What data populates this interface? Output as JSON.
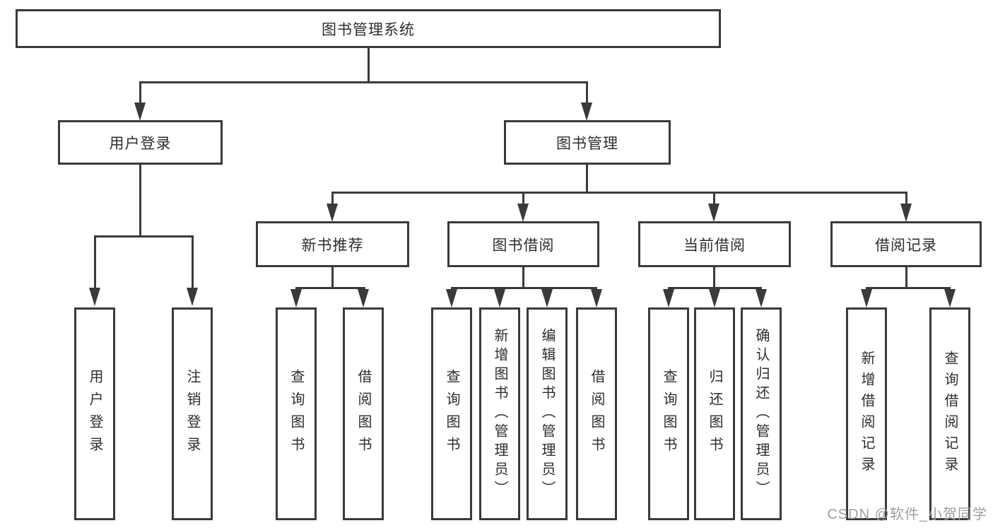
{
  "diagram": {
    "root": {
      "label": "图书管理系统"
    },
    "level2": [
      {
        "label": "用户登录"
      },
      {
        "label": "图书管理"
      }
    ],
    "level3": [
      {
        "label": "新书推荐"
      },
      {
        "label": "图书借阅"
      },
      {
        "label": "当前借阅"
      },
      {
        "label": "借阅记录"
      }
    ],
    "leaves": [
      {
        "label": "用户登录"
      },
      {
        "label": "注销登录"
      },
      {
        "label": "查询图书"
      },
      {
        "label": "借阅图书"
      },
      {
        "label": "查询图书"
      },
      {
        "label": "新增图书（管理员）"
      },
      {
        "label": "编辑图书（管理员）"
      },
      {
        "label": "借阅图书"
      },
      {
        "label": "查询图书"
      },
      {
        "label": "归还图书"
      },
      {
        "label": "确认归还（管理员）"
      },
      {
        "label": "新增借阅记录"
      },
      {
        "label": "查询借阅记录"
      }
    ],
    "watermark": "CSDN @软件_小贺同学",
    "colors": {
      "line": "#3a3a3a",
      "text": "#2d2d2d",
      "watermark_text": "#9e9e9e",
      "background": "#ffffff"
    }
  }
}
